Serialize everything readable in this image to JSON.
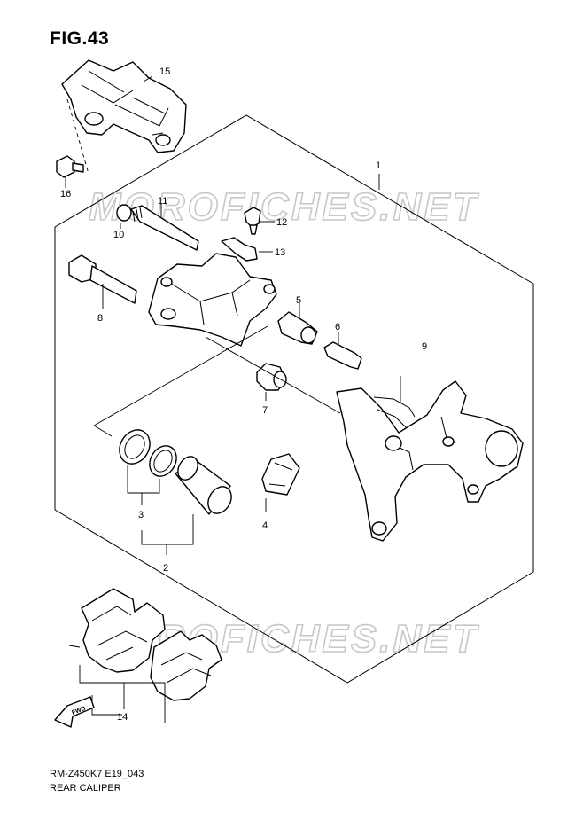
{
  "figure": {
    "title": "FIG.43",
    "code": "RM-Z450K7 E19_043",
    "name": "REAR CALIPER"
  },
  "watermark": "MOROFICHES.NET",
  "direction_marker": "FWD",
  "callouts": {
    "p1": "1",
    "p2": "2",
    "p3": "3",
    "p4": "4",
    "p5": "5",
    "p6": "6",
    "p7": "7",
    "p8": "8",
    "p9": "9",
    "p10": "10",
    "p11": "11",
    "p12": "12",
    "p13": "13",
    "p14": "14",
    "p15": "15",
    "p16": "16"
  }
}
